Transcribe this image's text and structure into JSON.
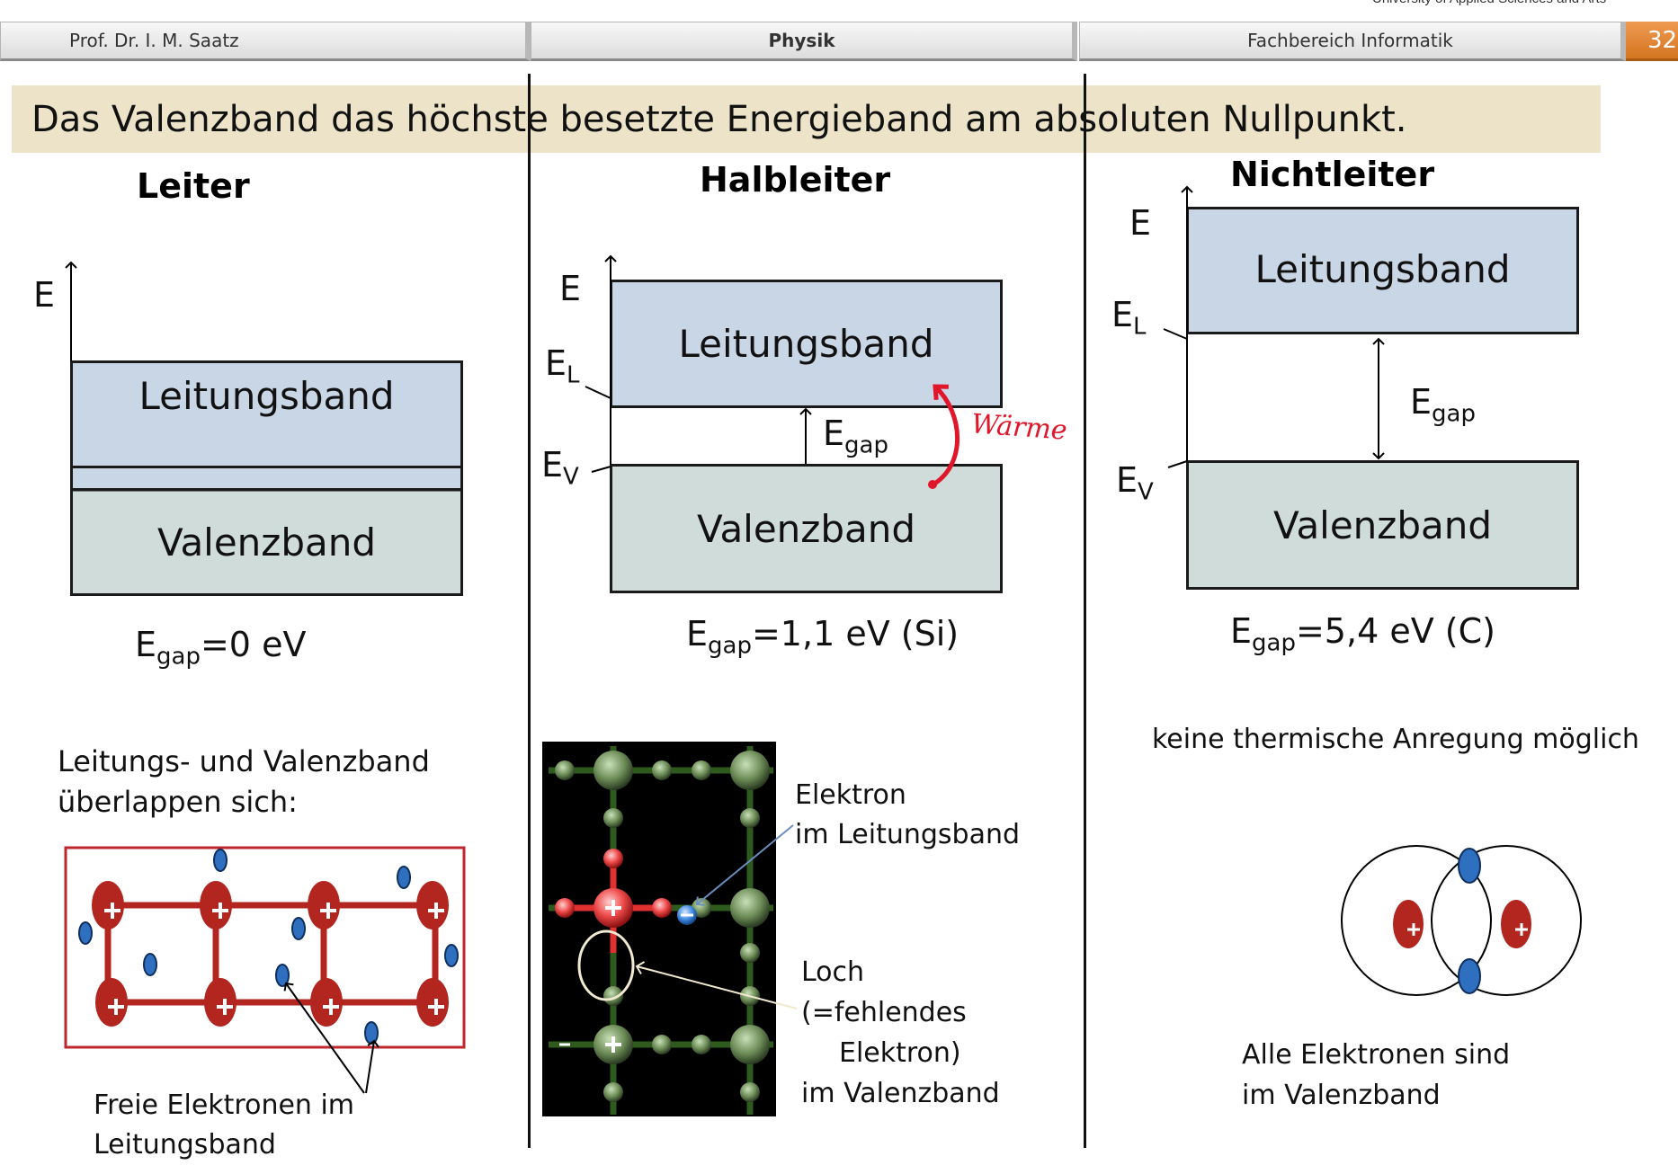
{
  "header": {
    "university": "University of Applied Sciences and Arts",
    "author": "Prof. Dr. I. M. Saatz",
    "subject": "Physik",
    "department": "Fachbereich Informatik",
    "page": "32"
  },
  "banner": "Das Valenzband das höchste besetzte Energieband am absoluten Nullpunkt.",
  "columns": {
    "leiter": {
      "title": "Leiter",
      "energy": "E",
      "conduction": "Leitungsband",
      "valence": "Valenzband",
      "gap_E": "E",
      "gap_sub": "gap",
      "gap_value": "=0 eV",
      "text_line1": "Leitungs- und Valenzband",
      "text_line2": "überlappen  sich:",
      "free_line1": "Freie Elektronen im",
      "free_line2": "Leitungsband"
    },
    "halbleiter": {
      "title": "Halbleiter",
      "energy": "E",
      "EL_E": "E",
      "EL_sub": "L",
      "EV_E": "E",
      "EV_sub": "V",
      "conduction": "Leitungsband",
      "valence": "Valenzband",
      "gap_label_E": "E",
      "gap_label_sub": "gap",
      "heat": "Wärme",
      "gap_E": "E",
      "gap_sub": "gap",
      "gap_value": "=1,1 eV (Si)",
      "electron_line1": "Elektron",
      "electron_line2": "im Leitungsband",
      "hole_line1": "Loch",
      "hole_line2": "(=fehlendes",
      "hole_line3": "Elektron)",
      "hole_line4": "im Valenzband"
    },
    "nichtleiter": {
      "title": "Nichtleiter",
      "energy": "E",
      "EL_E": "E",
      "EL_sub": "L",
      "EV_E": "E",
      "EV_sub": "V",
      "conduction": "Leitungsband",
      "valence": "Valenzband",
      "gap_label_E": "E",
      "gap_label_sub": "gap",
      "gap_E": "E",
      "gap_sub": "gap",
      "gap_value": "=5,4 eV (C)",
      "no_excitation": "keine thermische Anregung möglich",
      "all_line1": "Alle Elektronen sind",
      "all_line2": "im Valenzband"
    }
  },
  "colors": {
    "conduction_band": "#c9d6e6",
    "valence_band": "#cfdcda",
    "banner": "#ece3c8",
    "nucleus_red": "#b3251f",
    "electron_blue": "#2f6fc0",
    "page_badge": "#e0832c"
  }
}
